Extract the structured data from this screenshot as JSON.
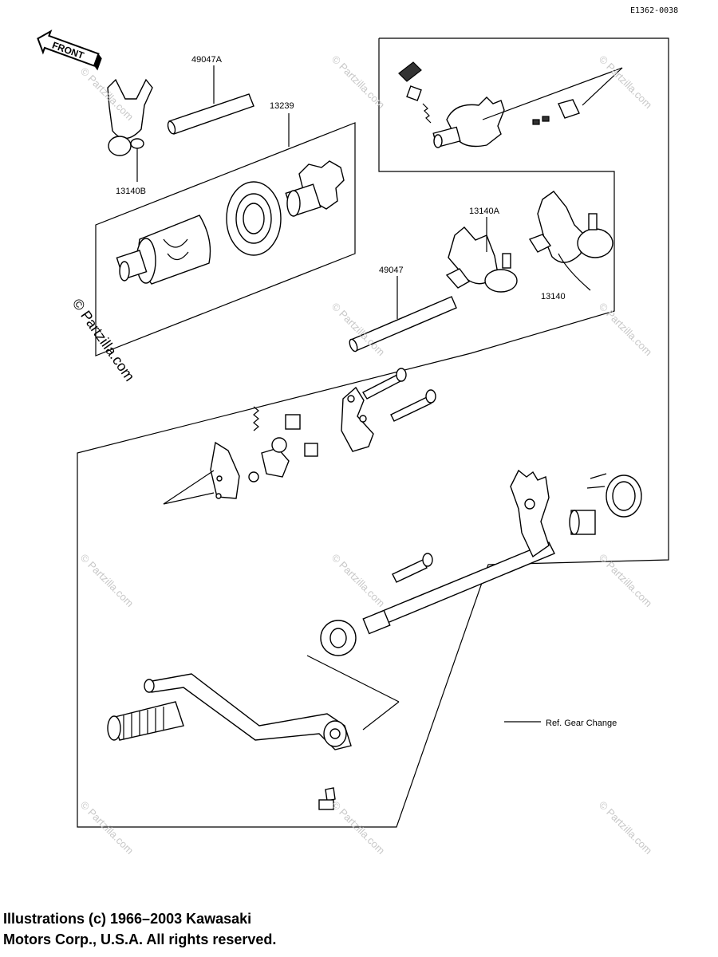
{
  "diagram": {
    "code": "E1362-0038",
    "front_label": "FRONT",
    "parts": [
      {
        "id": "fork_b",
        "number": "13140B"
      },
      {
        "id": "shaft_a",
        "number": "49047A"
      },
      {
        "id": "drum_kit",
        "number": "13239"
      },
      {
        "id": "fork_a",
        "number": "13140A"
      },
      {
        "id": "shaft",
        "number": "49047"
      },
      {
        "id": "fork",
        "number": "13140"
      }
    ],
    "ref_label": "Ref.  Gear Change",
    "watermark": "© Partzilla.com",
    "side_watermark": "© Partzilla.com"
  },
  "footer": {
    "line1": "Illustrations (c) 1966–2003 Kawasaki",
    "line2": "Motors Corp., U.S.A.  All rights reserved."
  }
}
